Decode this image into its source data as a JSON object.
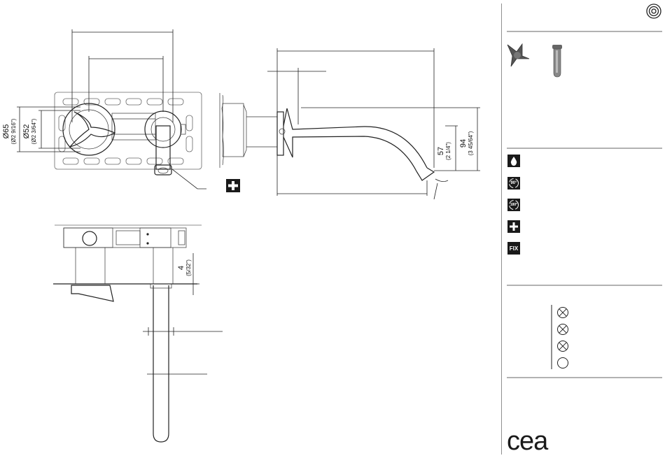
{
  "dimensions": {
    "d65": "Ø65",
    "d65_in": "(Ø2 9/16\")",
    "d52": "Ø52",
    "d52_in": "(Ø2 3/64\")",
    "d57": "57",
    "d57_in": "(2 1/4\")",
    "d94": "94",
    "d94_in": "(3 45/64\")",
    "d4": "4",
    "d4_in": "(5/32\")"
  },
  "legend_icons": {
    "top_right": "concentric-circles-icon",
    "handle": "three-spoke-handle-icon",
    "spout": "spout-icon",
    "drop": "water-drop-icon",
    "rot90": "rotation-90-icon",
    "rot90_label": "90°",
    "rot180": "rotation-180-icon",
    "rot180_label": "180°",
    "plus": "plus-icon",
    "fix": "fix-icon",
    "fix_label": "FIX"
  },
  "brand": {
    "logo_text": "cea"
  },
  "colors": {
    "ink": "#1a1a1a",
    "background": "#ffffff"
  }
}
